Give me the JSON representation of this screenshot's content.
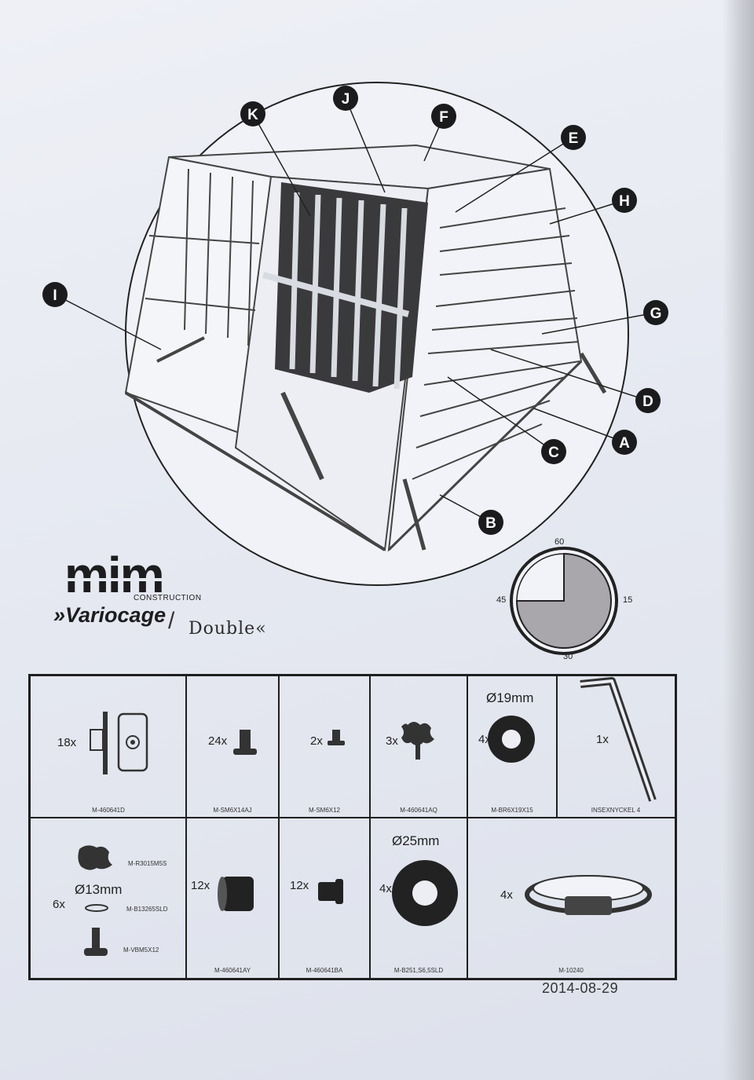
{
  "diagram": {
    "callouts": [
      "K",
      "J",
      "F",
      "E",
      "H",
      "G",
      "D",
      "A",
      "C",
      "B",
      "I"
    ]
  },
  "logo": {
    "brand": "mim",
    "sub": "CONSTRUCTION",
    "product": "»Variocage",
    "variant": "Double«"
  },
  "angle_gauge": {
    "labels": {
      "top": "60",
      "right": "15",
      "bottom": "30",
      "left": "45"
    }
  },
  "parts": [
    {
      "qty": "18x",
      "code": "M-460641D"
    },
    {
      "qty": "24x",
      "code": "M-SM6X14AJ"
    },
    {
      "qty": "2x",
      "code": "M-SM6X12"
    },
    {
      "qty": "3x",
      "code": "M-460641AQ"
    },
    {
      "qty": "4x",
      "code": "M-BR6X19X15",
      "size": "Ø19mm"
    },
    {
      "qty": "1x",
      "code": "INSEXNYCKEL 4"
    },
    {
      "qty": "6x",
      "size": "Ø13mm",
      "codes": [
        "M-R3015M5S",
        "M-B13265SLD",
        "M-VBM5X12"
      ]
    },
    {
      "qty": "12x",
      "code": "M-460641AY"
    },
    {
      "qty": "12x",
      "code": "M-460641BA"
    },
    {
      "qty": "4x",
      "code": "M-B251,S6,5SLD",
      "size": "Ø25mm"
    },
    {
      "qty": "4x",
      "code": "M-10240"
    }
  ],
  "date": "2014-08-29"
}
